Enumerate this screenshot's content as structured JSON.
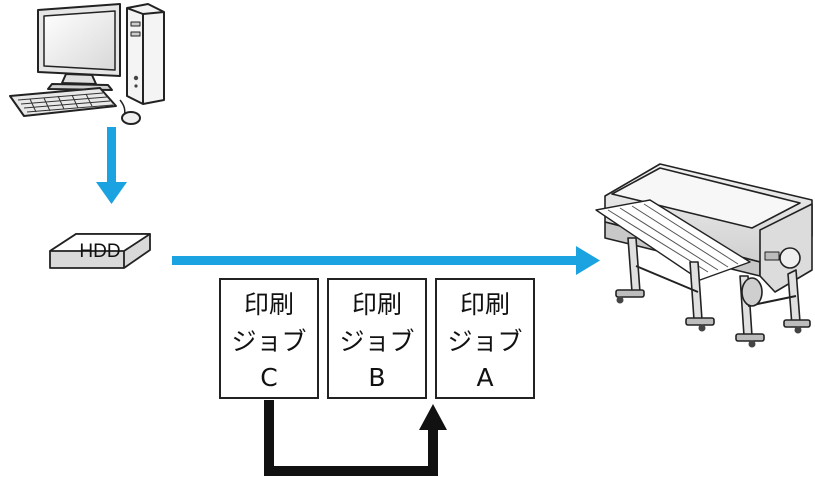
{
  "colors": {
    "flow_arrow": "#1aa3e0",
    "reorder_arrow": "#111111",
    "outline": "#222222"
  },
  "icons": {
    "computer": "desktop-computer-icon",
    "hdd": "hdd-box-icon",
    "printer": "large-format-printer-icon"
  },
  "hdd": {
    "label": "HDD"
  },
  "jobs": [
    {
      "line1": "印刷",
      "line2": "ジョブ",
      "line3": "C"
    },
    {
      "line1": "印刷",
      "line2": "ジョブ",
      "line3": "B"
    },
    {
      "line1": "印刷",
      "line2": "ジョブ",
      "line3": "A"
    }
  ]
}
